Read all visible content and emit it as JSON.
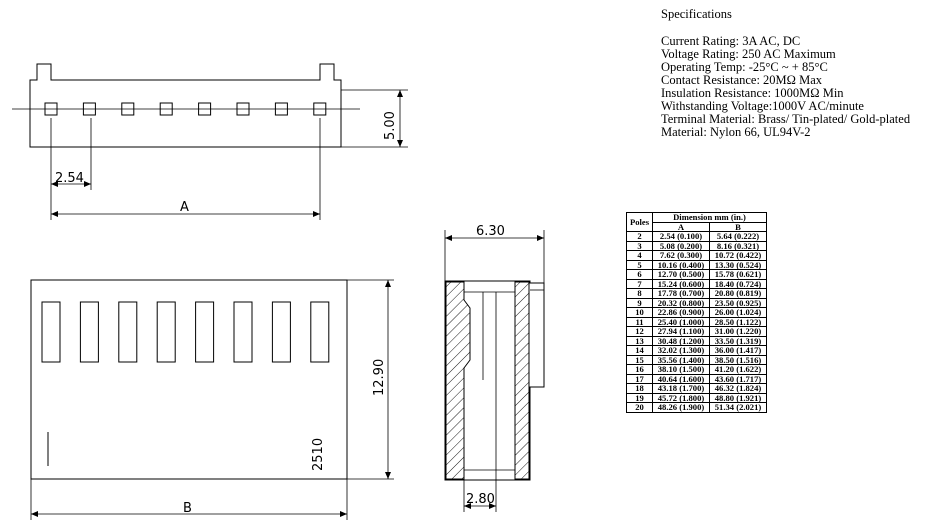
{
  "drawing": {
    "top_pitch": "2.54",
    "top_height": "5.00",
    "top_dim_a": "A",
    "front_height": "12.90",
    "front_dim_b": "B",
    "front_pin1": "1",
    "front_part_no": "2510",
    "side_width": "6.30",
    "side_bottom": "2.80"
  },
  "specs": {
    "title": "Specifications",
    "lines": [
      "Current Rating: 3A AC, DC",
      "Voltage Rating: 250 AC Maximum",
      "Operating Temp: -25°C ~ + 85°C",
      "Contact Resistance: 20MΩ  Max",
      "Insulation Resistance: 1000MΩ  Min",
      "Withstanding Voltage:1000V AC/minute",
      "Terminal Material: Brass/ Tin-plated/ Gold-plated",
      "Material: Nylon 66, UL94V-2"
    ]
  },
  "table": {
    "poles_header": "Poles",
    "dimension_header": "Dimension mm (in.)",
    "col_a": "A",
    "col_b": "B",
    "rows": [
      [
        "2",
        "2.54 (0.100)",
        "5.64 (0.222)"
      ],
      [
        "3",
        "5.08 (0.200)",
        "8.16 (0.321)"
      ],
      [
        "4",
        "7.62 (0.300)",
        "10.72 (0.422)"
      ],
      [
        "5",
        "10.16 (0.400)",
        "13.30 (0.524)"
      ],
      [
        "6",
        "12.70 (0.500)",
        "15.78 (0.621)"
      ],
      [
        "7",
        "15.24 (0.600)",
        "18.40 (0.724)"
      ],
      [
        "8",
        "17.78 (0.700)",
        "20.80 (0.819)"
      ],
      [
        "9",
        "20.32 (0.800)",
        "23.50 (0.925)"
      ],
      [
        "10",
        "22.86 (0.900)",
        "26.00 (1.024)"
      ],
      [
        "11",
        "25.40 (1.000)",
        "28.50 (1.122)"
      ],
      [
        "12",
        "27.94 (1.100)",
        "31.00 (1.220)"
      ],
      [
        "13",
        "30.48 (1.200)",
        "33.50 (1.319)"
      ],
      [
        "14",
        "32.02 (1.300)",
        "36.00 (1.417)"
      ],
      [
        "15",
        "35.56 (1.400)",
        "38.50 (1.516)"
      ],
      [
        "16",
        "38.10 (1.500)",
        "41.20 (1.622)"
      ],
      [
        "17",
        "40.64 (1.600)",
        "43.60 (1.717)"
      ],
      [
        "18",
        "43.18 (1.700)",
        "46.32 (1.824)"
      ],
      [
        "19",
        "45.72 (1.800)",
        "48.80 (1.921)"
      ],
      [
        "20",
        "48.26 (1.900)",
        "51.34 (2.021)"
      ]
    ]
  }
}
